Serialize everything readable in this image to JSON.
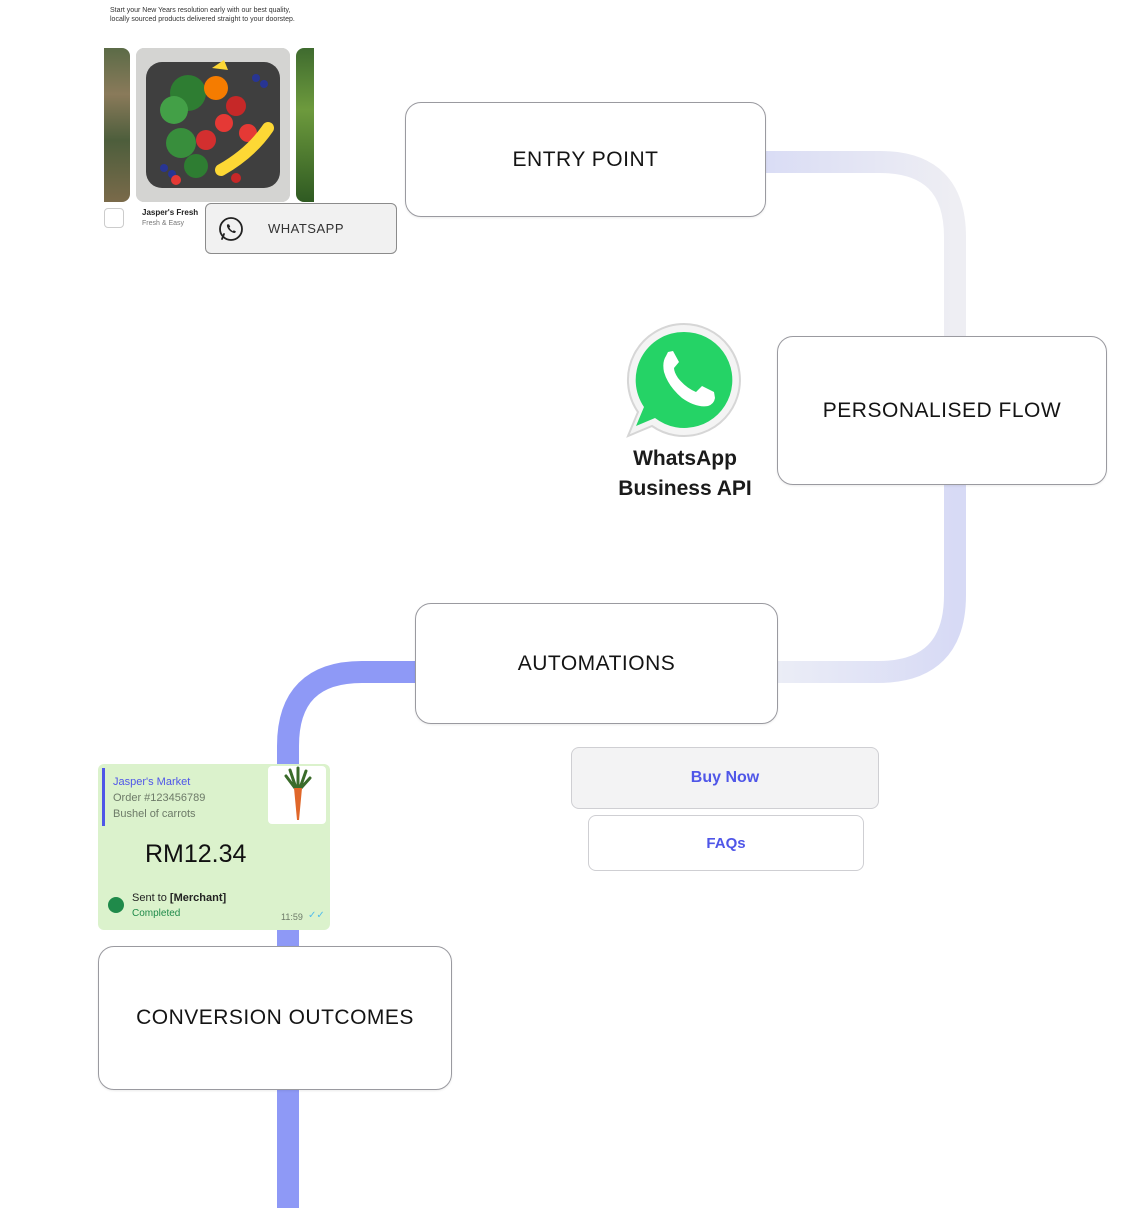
{
  "stages": {
    "entry": "ENTRY POINT",
    "personalised": "PERSONALISED FLOW",
    "automations": "AUTOMATIONS",
    "conversion": "CONVERSION OUTCOMES"
  },
  "ad": {
    "text": "Start your New Years resolution early with our best quality, locally sourced products delivered straight to your doorstep.",
    "brand": "Jasper's Fresh",
    "tagline": "Fresh & Easy",
    "button_label": "WHATSAPP",
    "button_icon": "whatsapp-phone-icon"
  },
  "logo": {
    "title_line1": "WhatsApp",
    "title_line2": "Business API",
    "icon": "whatsapp-logo-icon"
  },
  "cta": {
    "buy_label": "Buy Now",
    "faq_label": "FAQs"
  },
  "payment": {
    "merchant": "Jasper's Market",
    "order": "Order #123456789",
    "item": "Bushel of carrots",
    "amount": "RM12.34",
    "sent_prefix": "Sent to ",
    "sent_to": "[Merchant]",
    "status": "Completed",
    "time": "11:59"
  },
  "colors": {
    "flow_blue": "#7f8cf5",
    "flow_gray": "#e8e9f4",
    "accent": "#4f56e8",
    "whatsapp_green": "#25d366"
  }
}
